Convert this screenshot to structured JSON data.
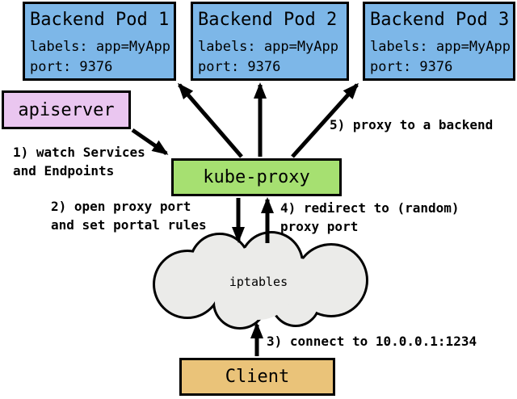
{
  "colors": {
    "pod_fill": "#7db7e8",
    "apiserver_fill": "#eac6f0",
    "kube_proxy_fill": "#a6e071",
    "client_fill": "#eac379",
    "cloud_fill": "#ebebe9",
    "ink": "#000000"
  },
  "pods": [
    {
      "title": "Backend Pod 1",
      "labels": "labels: app=MyApp",
      "port": "port: 9376"
    },
    {
      "title": "Backend Pod 2",
      "labels": "labels: app=MyApp",
      "port": "port: 9376"
    },
    {
      "title": "Backend Pod 3",
      "labels": "labels: app=MyApp",
      "port": "port: 9376"
    }
  ],
  "apiserver": {
    "label": "apiserver"
  },
  "kube_proxy": {
    "label": "kube-proxy"
  },
  "iptables": {
    "label": "iptables"
  },
  "client": {
    "label": "Client"
  },
  "steps": {
    "step1": "1) watch Services\nand Endpoints",
    "step2": "2) open proxy port\nand set portal rules",
    "step3": "3) connect to 10.0.0.1:1234",
    "step4": "4) redirect to (random)\nproxy port",
    "step5": "5) proxy to a backend"
  }
}
